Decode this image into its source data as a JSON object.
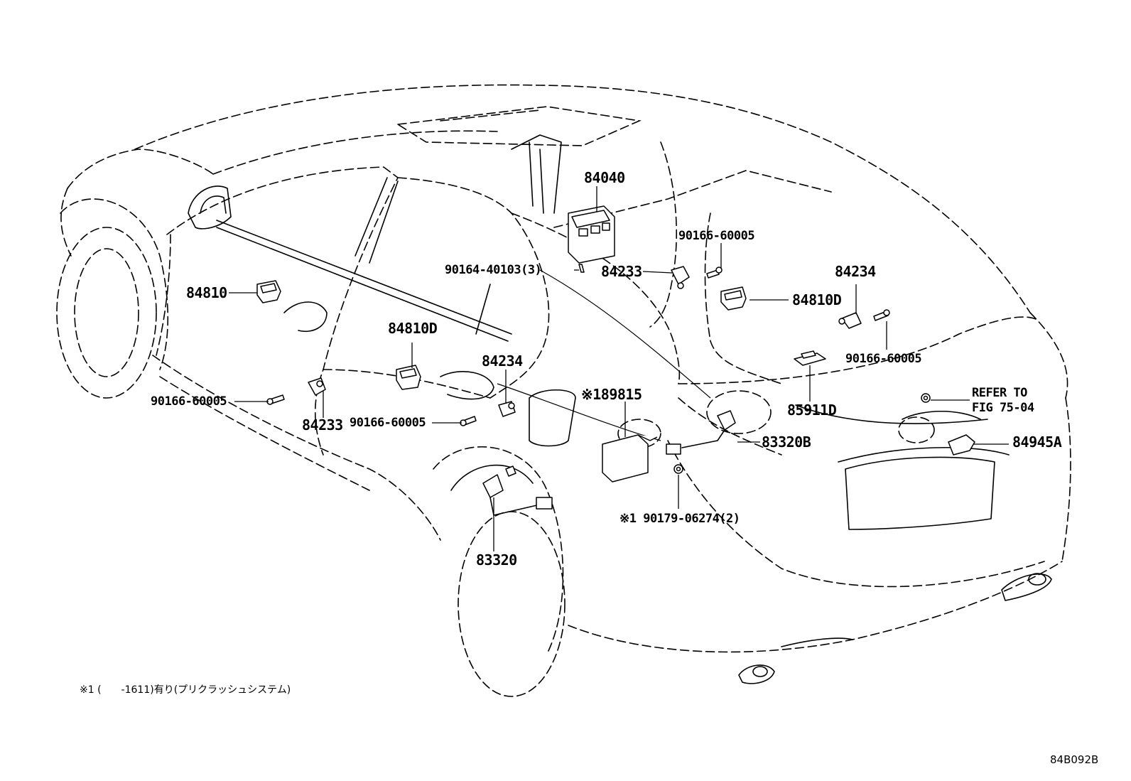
{
  "labels": {
    "p84040": "84040",
    "p90166_top": "90166-60005",
    "p90164": "90164-40103(3)",
    "p84233_top": "84233",
    "p84234_right": "84234",
    "p84810": "84810",
    "p84810D_right": "84810D",
    "p84810D_mid": "84810D",
    "p84234_mid": "84234",
    "p90166_right": "90166-60005",
    "p85911D": "85911D",
    "p89815": "※189815",
    "refer1": "REFER TO",
    "refer2": "FIG 75-04",
    "p90166_left": "90166-60005",
    "p84233_left": "84233",
    "p90166_mid": "90166-60005",
    "p83320B": "83320B",
    "p84945A": "84945A",
    "p90179": "※1 90179-06274(2)",
    "p83320": "83320"
  },
  "footnote": "※1 (　　-1611)有り(プリクラッシュシステム)",
  "figure_code": "84B092B"
}
